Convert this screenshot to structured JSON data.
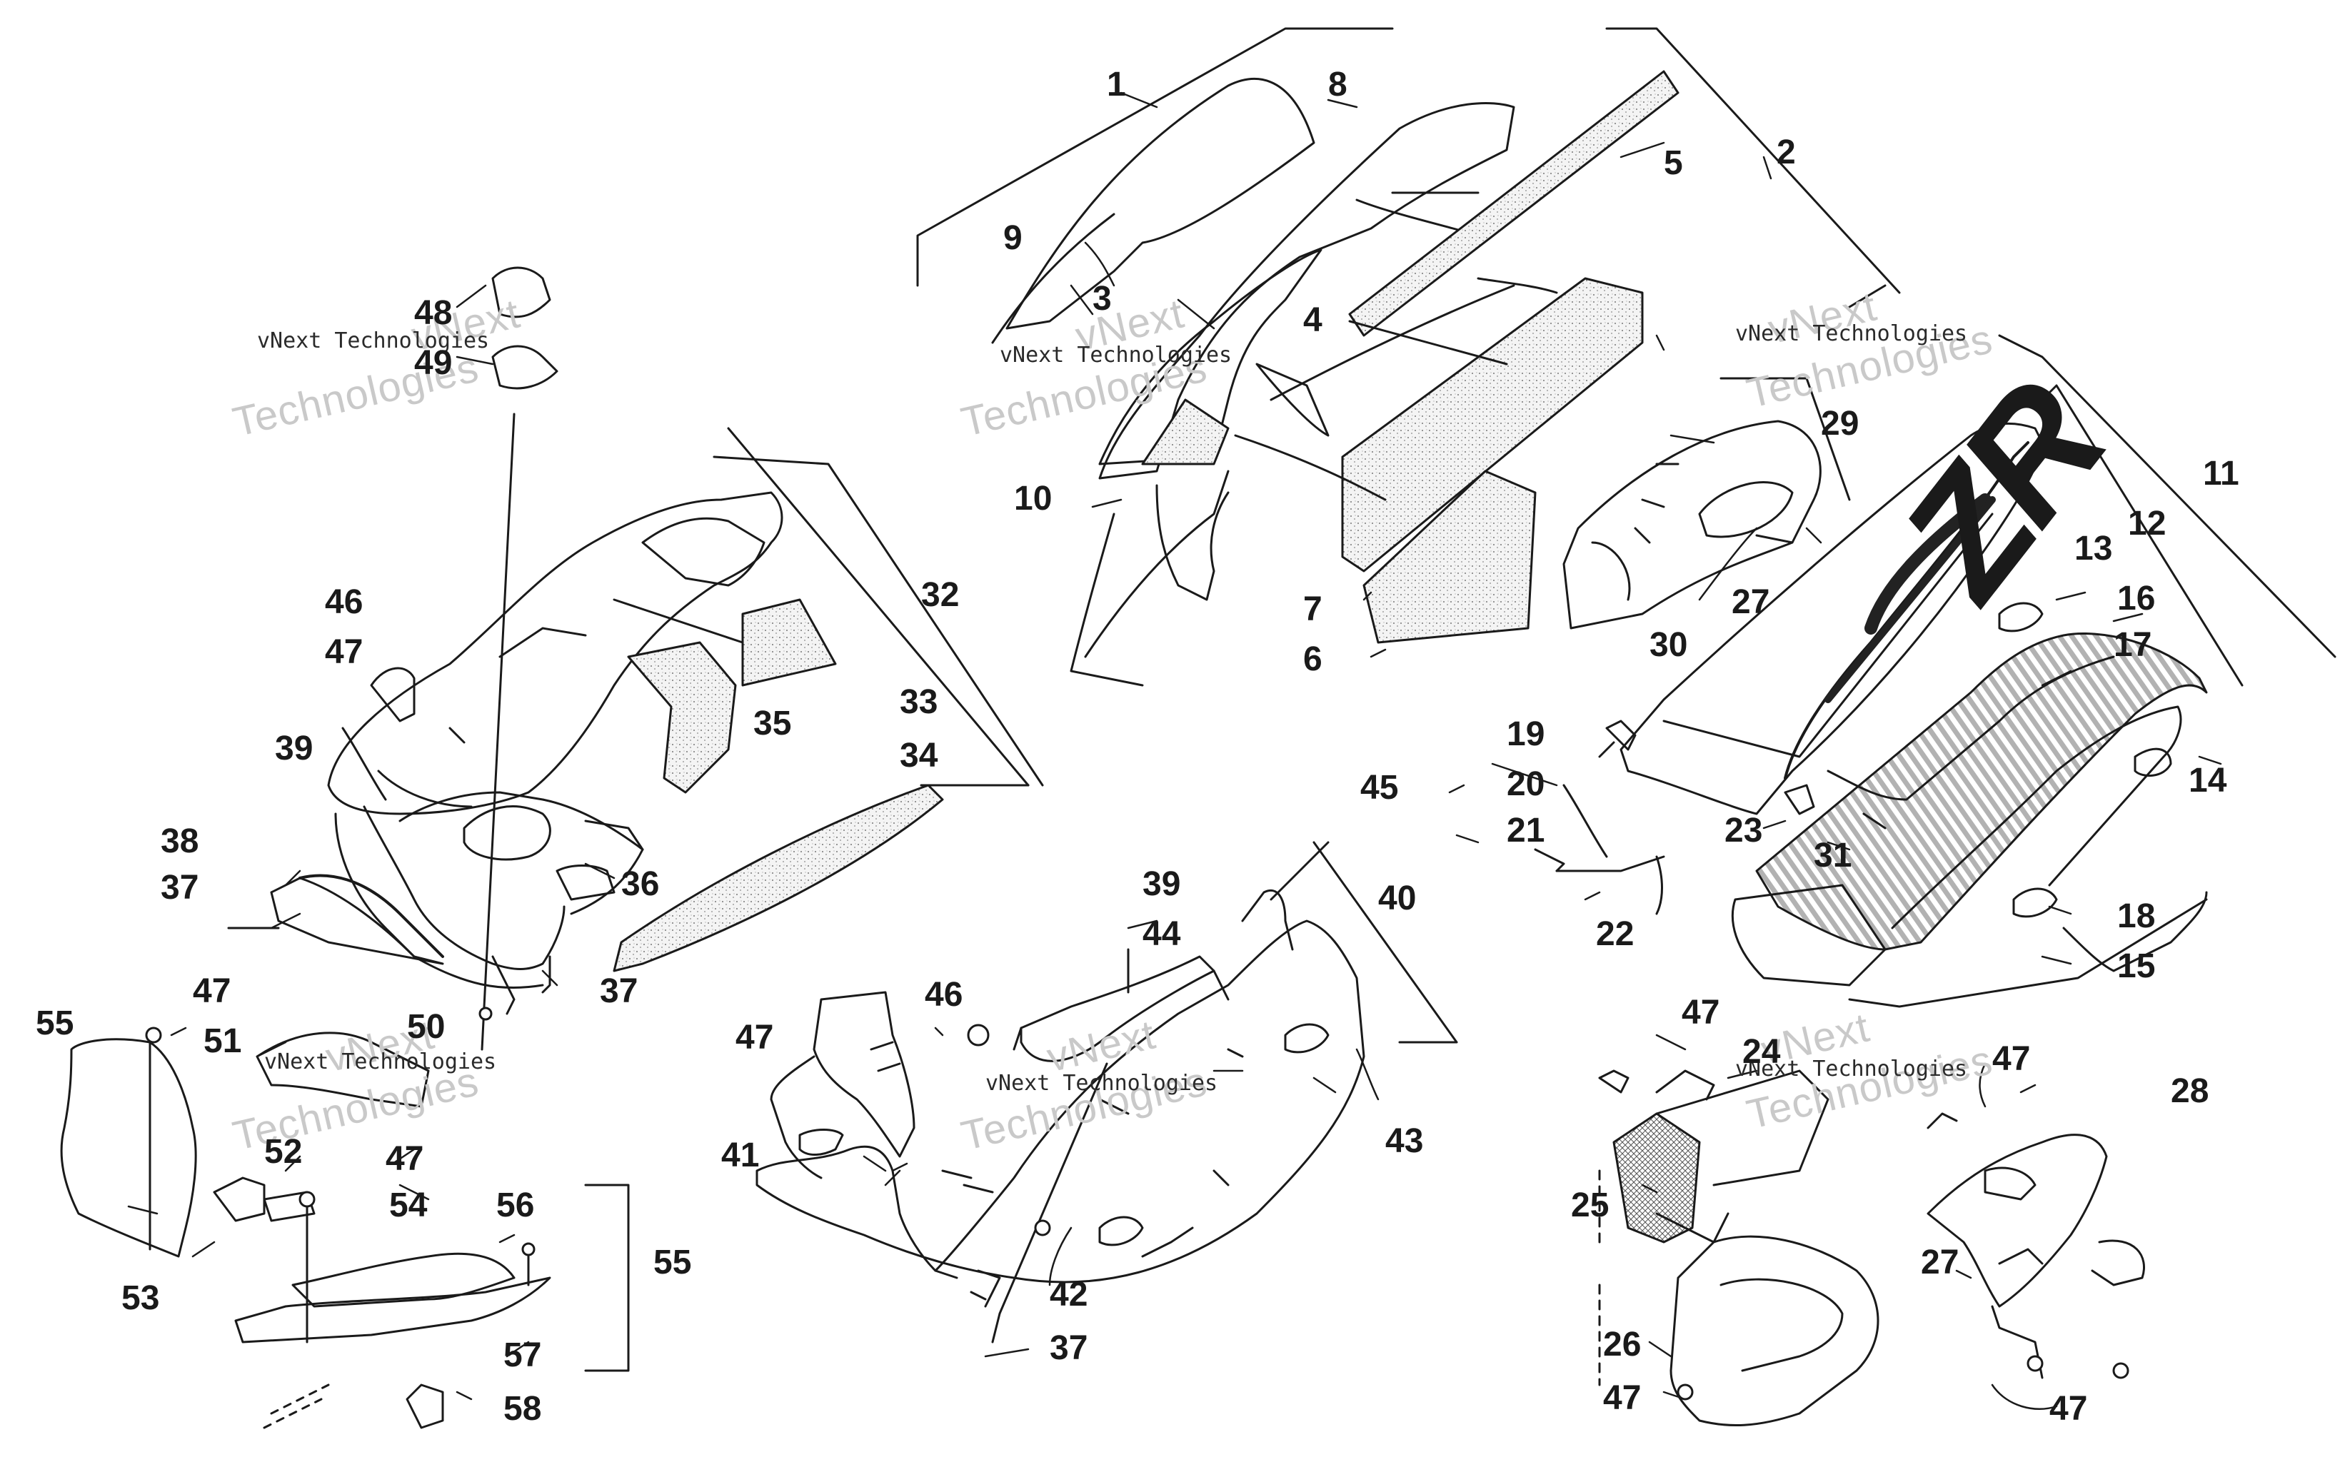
{
  "watermark": {
    "brand": "vNext",
    "text": "vNext Technologies",
    "stamp": "Technologies"
  },
  "labels": {
    "c1": "1",
    "c2": "2",
    "c3": "3",
    "c4": "4",
    "c5": "5",
    "c6": "6",
    "c7": "7",
    "c8": "8",
    "c9": "9",
    "c10": "10",
    "c11": "11",
    "c12": "12",
    "c13": "13",
    "c14": "14",
    "c15": "15",
    "c16": "16",
    "c17": "17",
    "c18": "18",
    "c19": "19",
    "c20": "20",
    "c21": "21",
    "c22": "22",
    "c23": "23",
    "c24": "24",
    "c25": "25",
    "c26": "26",
    "c27a": "27",
    "c27b": "27",
    "c28": "28",
    "c29": "29",
    "c30": "30",
    "c31": "31",
    "c32": "32",
    "c33": "33",
    "c34": "34",
    "c35": "35",
    "c36": "36",
    "c37a": "37",
    "c37b": "37",
    "c37c": "37",
    "c38": "38",
    "c39a": "39",
    "c39b": "39",
    "c40": "40",
    "c41": "41",
    "c42": "42",
    "c43": "43",
    "c44": "44",
    "c45": "45",
    "c46a": "46",
    "c46b": "46",
    "c47a": "47",
    "c47b": "47",
    "c47c": "47",
    "c47d": "47",
    "c47e": "47",
    "c47f": "47",
    "c47g": "47",
    "c47h": "47",
    "c48": "48",
    "c49": "49",
    "c50": "50",
    "c51": "51",
    "c52": "52",
    "c53": "53",
    "c54": "54",
    "c55a": "55",
    "c55b": "55",
    "c56": "56",
    "c57": "57",
    "c58": "58"
  },
  "decal_text": "ZR",
  "colors": {
    "line": "#1a1a1a",
    "watermark": "#c9c9c9",
    "background": "#ffffff"
  }
}
